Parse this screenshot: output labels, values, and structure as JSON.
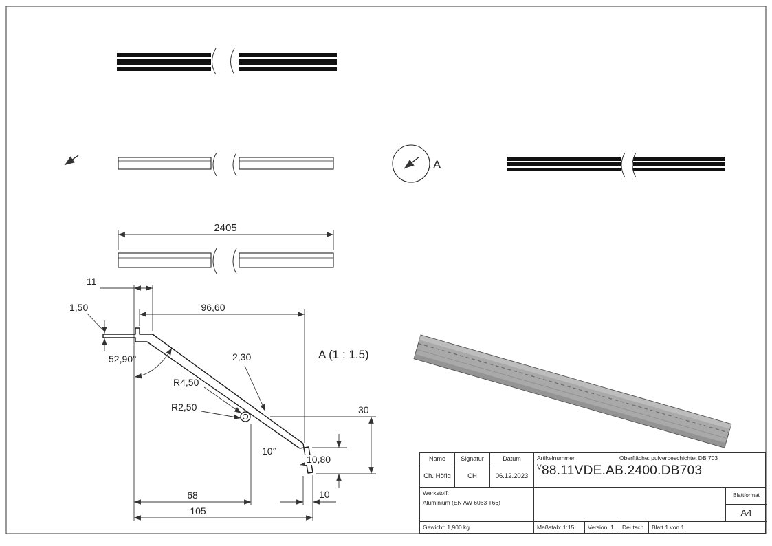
{
  "page": {
    "background": "#ffffff",
    "line_color": "#333333",
    "bar_fill": "#111111",
    "solid_fill": "#a9a9a9"
  },
  "views": {
    "detail_label": "A"
  },
  "dimensions": {
    "overall_length": "2405",
    "hook_width": "11",
    "flange_thickness": "1,50",
    "top_width": "96,60",
    "web_angle": "52,90°",
    "web_thickness": "2,30",
    "radius_outer": "R4,50",
    "radius_inner": "R2,50",
    "detail_title": "A (1 : 1.5)",
    "height_30": "30",
    "lip_angle": "10°",
    "lip_height": "10,80",
    "width_68": "68",
    "lip_width": "10",
    "total_width": "105"
  },
  "title_block": {
    "col_name": "Name",
    "col_signatur": "Signatur",
    "col_datum": "Datum",
    "name": "Ch. Höfig",
    "signatur": "CH",
    "datum": "06.12.2023",
    "artikelnummer_label": "Artikelnummer",
    "oberflaeche": "Oberfläche:  pulverbeschichtet DB 703",
    "artikelnummer_prefix": "V",
    "artikelnummer": "88.11VDE.AB.2400.DB703",
    "werkstoff_label": "Werkstoff:",
    "werkstoff": "Aluminium (EN AW 6063 T66)",
    "blattformat_label": "Blattformat",
    "blattformat": "A4",
    "gewicht": "Gewicht: 1,900 kg",
    "massstab": "Maßstab: 1:15",
    "version": "Version: 1",
    "sprache": "Deutsch",
    "blatt": "Blatt 1 von 1"
  }
}
